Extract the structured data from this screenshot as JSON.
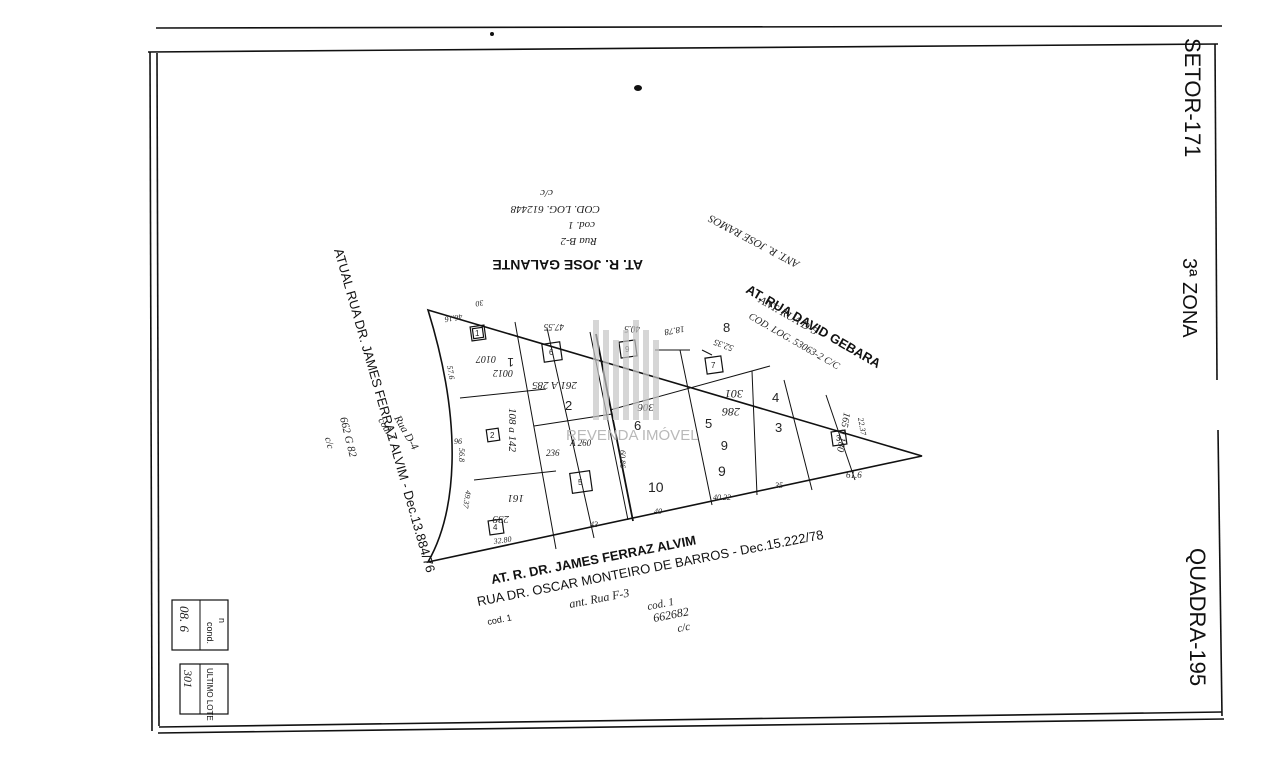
{
  "header": {
    "setor": "SETOR-171",
    "zona": "3ª ZONA",
    "quadra": "QUADRA-195"
  },
  "streets": {
    "top": "AT. R. JOSE GALANTE",
    "top_small": "Rua B-2",
    "top_cod": "cod. 1",
    "top_codlog": "COD. LOG. 612448",
    "top_cc": "c/c",
    "right_1": "AT. RUA DAVID GEBARA",
    "right_2": "ANT. RUA D-5",
    "right_3": "COD. LOG. 53063-2  C/C",
    "right_4": "ANT. R. JOSE RAMOS",
    "left_1": "ATUAL RUA DR. JAMES FERRAZ ALVIM - Dec.13.884/76",
    "left_2": "Rua D-4",
    "left_3": "cod. 1",
    "left_4": "662 G 82",
    "left_5": "c/c",
    "bottom_1": "AT. R. DR. JAMES FERRAZ ALVIM",
    "bottom_2": "RUA DR. OSCAR MONTEIRO DE BARROS - Dec.15.222/78",
    "bottom_ant": "ant. Rua F-3",
    "bottom_cod": "cod. 1",
    "bottom_code": "662682",
    "bottom_cc": "c/c",
    "bottom_cod_small": "cod. 1"
  },
  "lots": {
    "n1": "1",
    "n2": "2",
    "n3": "3",
    "n4": "4",
    "n5": "5",
    "n6": "6",
    "n7": "7",
    "n8": "8",
    "n9": "9",
    "n10": "10",
    "r1": "1",
    "r2": "2",
    "r3": "3",
    "r4": "4",
    "r5": "5",
    "r6": "6",
    "r7": "7",
    "r9": "9",
    "c0107": "0107",
    "c0012": "0012",
    "c108": "108 a 142",
    "c239": "239",
    "c261": "261 A 285",
    "c236": "236",
    "c260": "A 260",
    "c306": "306",
    "c286": "286",
    "c301": "301",
    "c180": "165 a 180",
    "c161": "161"
  },
  "measures": {
    "m1": "46.16",
    "m2": "30",
    "m3": "47.55",
    "m4": "40.5",
    "m5": "18.78",
    "m6": "52.35",
    "m7": "22.37",
    "m8": "61.6",
    "m9": "35",
    "m10": "40.22",
    "m11": "40",
    "m12": "43",
    "m13": "32.80",
    "m14": "57.6",
    "m15": "56.8",
    "m16": "96",
    "m17": "60.86",
    "m18": "49.37"
  },
  "corner_box": {
    "cond": "cond.",
    "n": "n",
    "value": "08. 6",
    "ultimo": "ULTIMO LOTE",
    "ultimo_value": "301"
  },
  "watermark": "REVENDA IMÓVEL"
}
